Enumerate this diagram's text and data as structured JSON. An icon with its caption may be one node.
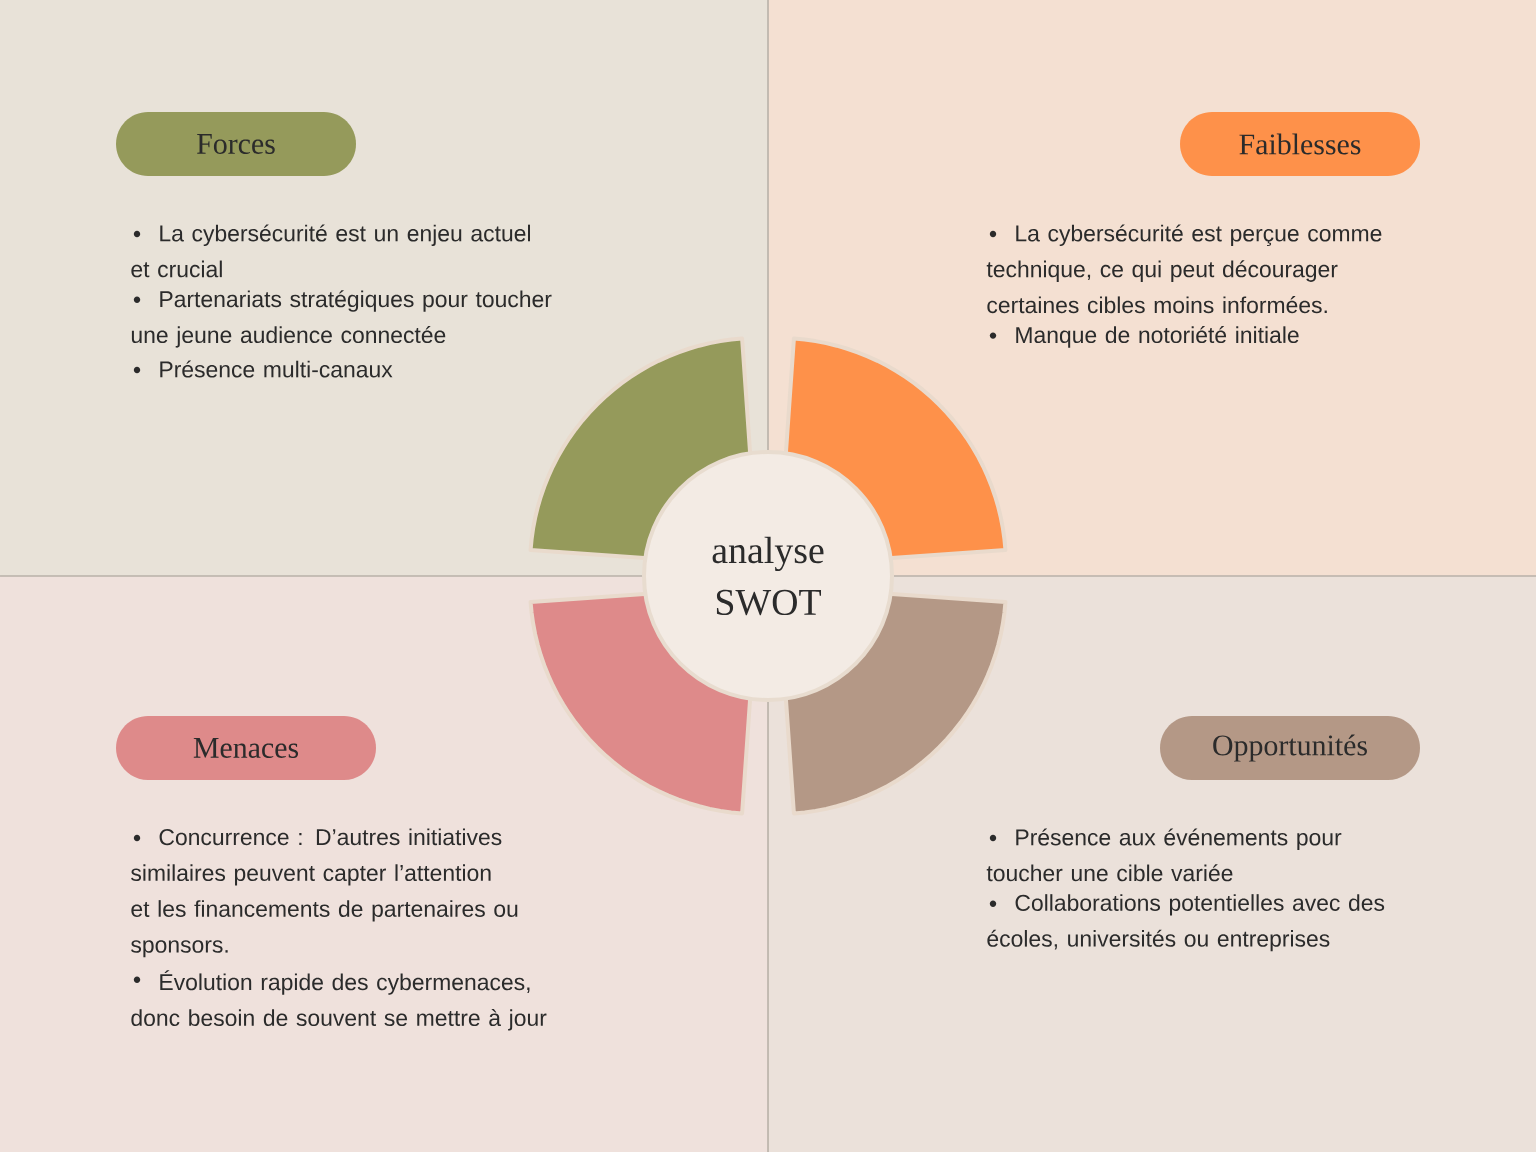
{
  "diagram": {
    "nodes": [
      {
        "text": [
          "La cybersécurité est un enjeu actuel et crucial",
          "Partenariats stratégiques pour toucher une jeune audience connectée",
          "Présence multi-canaux"
        ]
      },
      {
        "text": [
          "Forces"
        ],
        "in": 0
      },
      {
        "text": [
          "La cybersécurité est perçue comme technique, ce qui peut décourager certaines cibles moins informées.",
          "Manque de notoriété initiale"
        ]
      },
      {
        "text": [
          "Faiblesses"
        ],
        "in": 2
      },
      {
        "text": [
          "analyse SWOT"
        ]
      },
      {
        "text": [
          "Concurrence : D’autres initiatives similaires peuvent capter l’attention et les financements de partenaires ou sponsors.",
          "Évolution rapide des cybermenaces, donc besoin de souvent se mettre à jour"
        ]
      },
      {
        "text": [
          "Menaces"
        ],
        "in": 5
      },
      {
        "text": [
          "Présence aux événements pour toucher une cible variée",
          "Collaborations potentielles avec des écoles, universités ou entreprises"
        ]
      },
      {
        "text": [
          "Opportunités"
        ],
        "in": 7
      }
    ]
  }
}
